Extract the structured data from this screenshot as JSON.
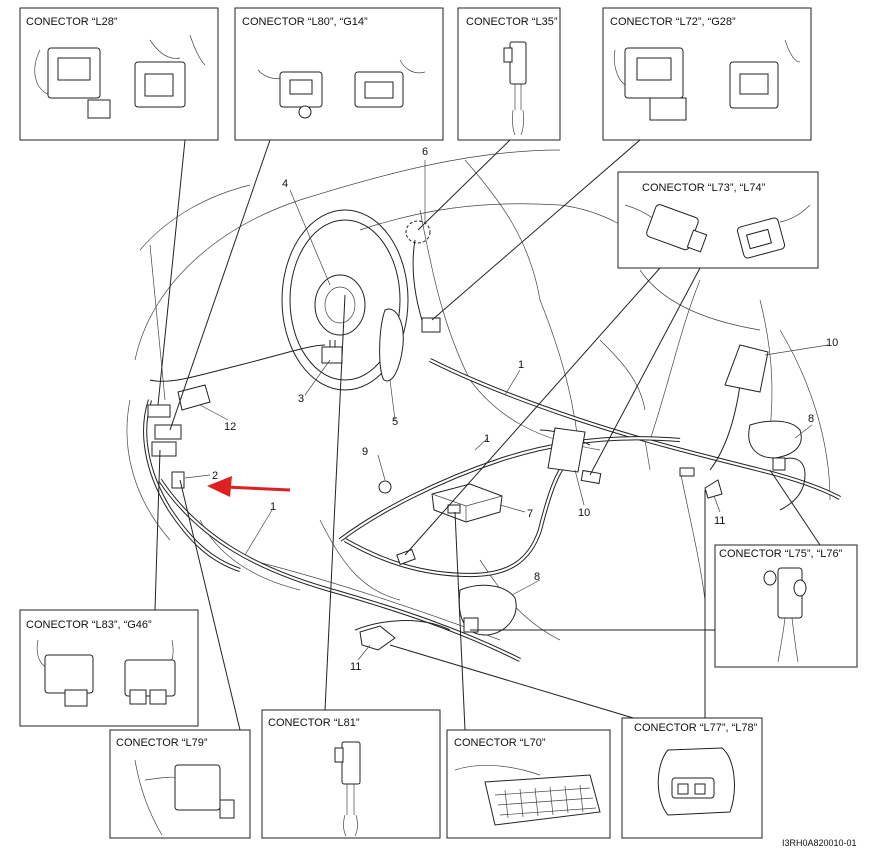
{
  "connectors": {
    "l28": "CONECTOR “L28”",
    "l80_g14": "CONECTOR “L80”, “G14”",
    "l35": "CONECTOR “L35”",
    "l72_g28": "CONECTOR “L72”, “G28”",
    "l73_l74": "CONECTOR “L73”, “L74”",
    "l75_l76": "CONECTOR “L75”, “L76”",
    "l83_g46": "CONECTOR “L83”, “G46”",
    "l79": "CONECTOR “L79”",
    "l81": "CONECTOR “L81”",
    "l70": "CONECTOR “L70”",
    "l77_l78": "CONECTOR “L77”, “L78”"
  },
  "callouts": {
    "n1a": "1",
    "n1b": "1",
    "n1c": "1",
    "n2": "2",
    "n3": "3",
    "n4": "4",
    "n5": "5",
    "n6": "6",
    "n7": "7",
    "n8a": "8",
    "n8b": "8",
    "n9": "9",
    "n10a": "10",
    "n10b": "10",
    "n11a": "11",
    "n11b": "11",
    "n12": "12"
  },
  "figure_code": "I3RH0A820010-01",
  "colors": {
    "line": "#222222",
    "arrow": "#e02020",
    "background": "#ffffff"
  }
}
